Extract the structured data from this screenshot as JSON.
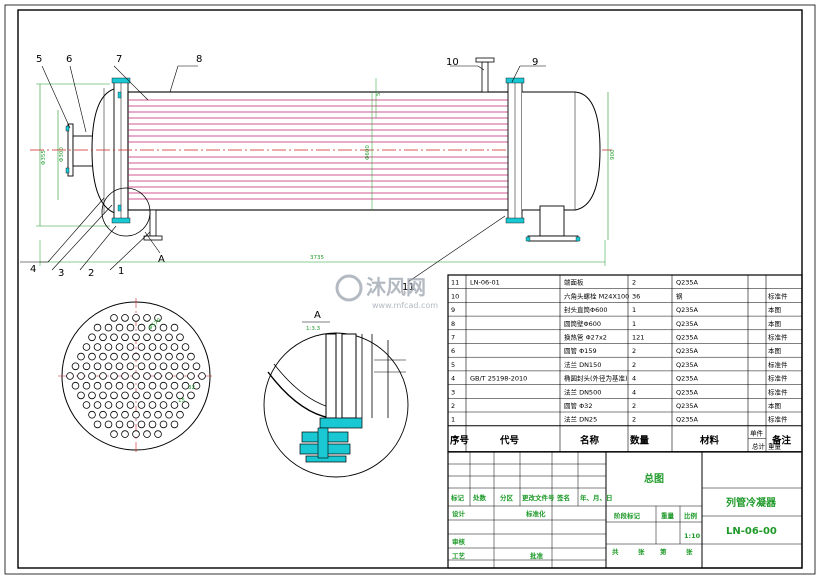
{
  "drawing": {
    "balloons": [
      "1",
      "2",
      "3",
      "4",
      "5",
      "6",
      "7",
      "8",
      "9",
      "10",
      "11"
    ],
    "detail_label": "A",
    "detail_scale": "1:3.3",
    "section_mark": "A",
    "dimensions": {
      "overall_length": "3735",
      "left_dia_1": "Φ355",
      "left_dia_2": "Φ300",
      "shell_dia": "Φ600",
      "right_height": "900",
      "nozzle_side": "5"
    },
    "tubesheet_dims": [
      "Φ570",
      "32",
      "15"
    ]
  },
  "bom": {
    "rows": [
      {
        "no": "11",
        "code": "LN-06-01",
        "name": "端面板",
        "qty": "2",
        "material": "Q235A",
        "note": ""
      },
      {
        "no": "10",
        "code": "",
        "name": "六角头螺栓 M24X100",
        "qty": "36",
        "material": "钢",
        "note": "标准件"
      },
      {
        "no": "9",
        "code": "",
        "name": "封头直筒Φ600",
        "qty": "1",
        "material": "Q235A",
        "note": "本图"
      },
      {
        "no": "8",
        "code": "",
        "name": "圆筒壁Φ600",
        "qty": "1",
        "material": "Q235A",
        "note": "本图"
      },
      {
        "no": "7",
        "code": "",
        "name": "换热管 Φ27x2",
        "qty": "121",
        "material": "Q235A",
        "note": "标准件"
      },
      {
        "no": "6",
        "code": "",
        "name": "圆管 Φ159",
        "qty": "2",
        "material": "Q235A",
        "note": "本图"
      },
      {
        "no": "5",
        "code": "",
        "name": "法兰 DN150",
        "qty": "2",
        "material": "Q235A",
        "note": "标准件"
      },
      {
        "no": "4",
        "code": "GB/T 25198-2010",
        "name": "椭圆封头(外径为基准)",
        "qty": "4",
        "material": "Q235A",
        "note": "标准件"
      },
      {
        "no": "3",
        "code": "",
        "name": "法兰 DN500",
        "qty": "4",
        "material": "Q235A",
        "note": "标准件"
      },
      {
        "no": "2",
        "code": "",
        "name": "圆管 Φ32",
        "qty": "2",
        "material": "Q235A",
        "note": "本图"
      },
      {
        "no": "1",
        "code": "",
        "name": "法兰 DN25",
        "qty": "2",
        "material": "Q235A",
        "note": "标准件"
      }
    ],
    "header": {
      "no": "序号",
      "code": "代号",
      "name": "名称",
      "qty": "数量",
      "material": "材料",
      "unit": "单件",
      "total": "总计",
      "weight": "重量",
      "note": "备注"
    }
  },
  "title_block": {
    "assembly": "总图",
    "product": "列管冷凝器",
    "drawing_no": "LN-06-00",
    "labels": {
      "mark": "标记",
      "count": "处数",
      "zone": "分区",
      "change_doc": "更改文件号",
      "sign": "签名",
      "date": "年、月、日",
      "design": "设计",
      "standard": "标准化",
      "stage": "阶段标记",
      "weight": "重量",
      "scale": "比例",
      "review": "审核",
      "process": "工艺",
      "approve": "批准",
      "total": "共",
      "sheet": "张",
      "of": "第"
    },
    "scale_value": "1:10"
  },
  "watermark": {
    "brand": "沐风网",
    "url": "www.mfcad.com"
  },
  "colors": {
    "line": "#000000",
    "tube": "#c0206e",
    "centerline": "#d42020",
    "dim": "#1f9a2a",
    "highlight": "#19c8d2",
    "watermark": "#9aa3ad"
  }
}
